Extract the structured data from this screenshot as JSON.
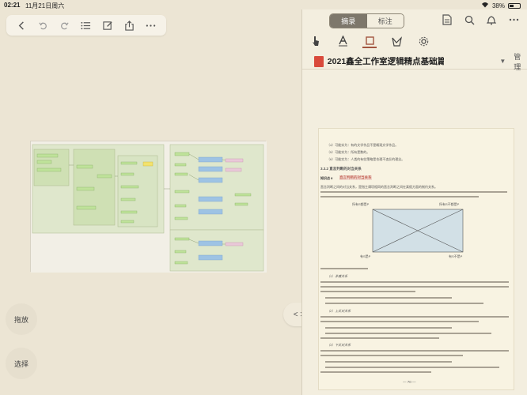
{
  "status": {
    "time": "02:21",
    "date": "11月21日周六",
    "battery": "38%",
    "battery_level": 0.38
  },
  "left_toolbar": {
    "icons": [
      "back-icon",
      "undo-icon",
      "redo-icon",
      "list-icon",
      "edit-icon",
      "share-icon",
      "more-icon"
    ]
  },
  "side_buttons": {
    "drag": "拖放",
    "select": "选择"
  },
  "divider": {
    "label": "< >"
  },
  "right_panel": {
    "segments": {
      "excerpt": "摘录",
      "annotate": "标注"
    },
    "top_icons": [
      "document-icon",
      "search-icon",
      "bell-icon",
      "more-icon"
    ],
    "tools": [
      "pointer-icon",
      "text-icon",
      "frame-select-icon",
      "highlight-icon",
      "settings-icon"
    ],
    "doc_title": "2021鑫全工作室逻辑精点基础篇(...",
    "doc_manage": "管理"
  },
  "page": {
    "lines": [
      "（4）可能实为：有的文学作品不是概观文学作品。",
      "（5）可能实为：所有是数的。",
      "（6）可能实为：人类的有些策略是合理不违反的理念。"
    ],
    "section": "3.3.2  直言判断的对当关系",
    "point_label": "知识点 8",
    "point_title": "直言判断的对当关系",
    "intro": "直言判断之间的对当关系，是指主谓项相同的直言判断之间在真假方面的制约关系。",
    "diagram": {
      "tl": "所有S都是P",
      "tr": "所有S不都是P",
      "bl": "有S是P",
      "br": "有S不是P"
    },
    "sub1": "（1）矛盾关系",
    "sub2": "（2）上反对关系",
    "sub3": "（3）下反对关系",
    "page_number": "— 70 —"
  }
}
